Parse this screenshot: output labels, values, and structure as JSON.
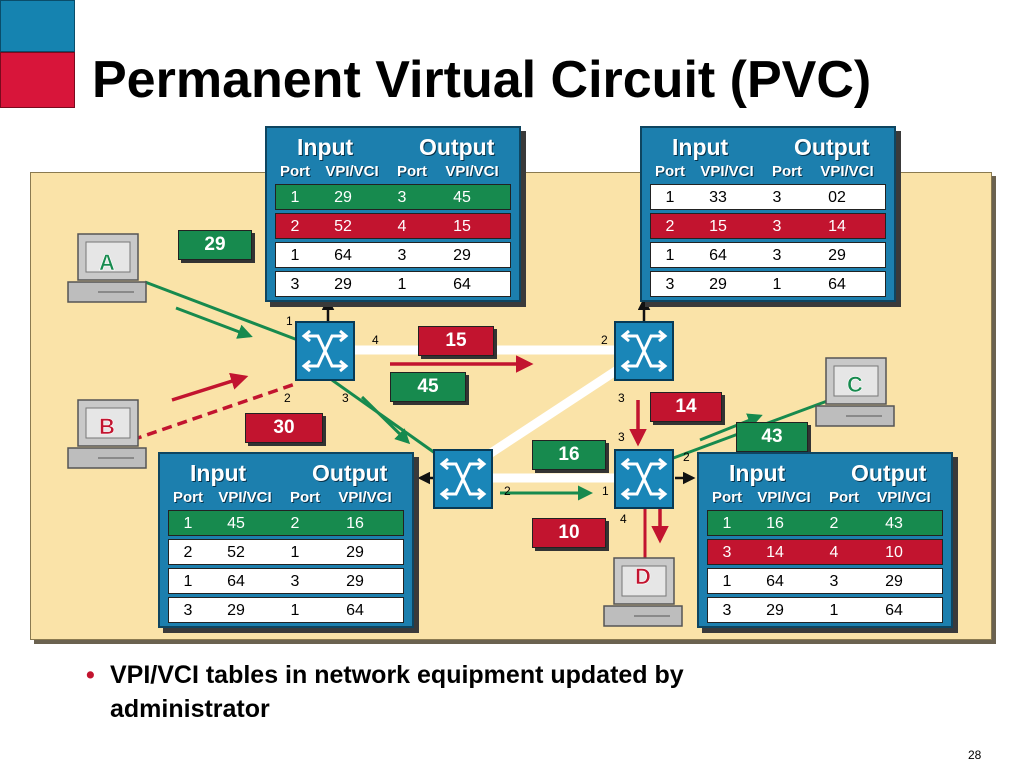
{
  "title": "Permanent Virtual Circuit (PVC)",
  "page_number": "28",
  "bullet": "VPI/VCI tables in network equipment updated by administrator",
  "colors": {
    "green": "#178a4e",
    "red": "#c2142f",
    "table_blue": "#1c7fae",
    "panel": "#fae3a8"
  },
  "table_header": {
    "input": "Input",
    "output": "Output",
    "port": "Port",
    "vpi_vci": "VPI/VCI"
  },
  "tables": [
    {
      "rows": [
        {
          "in_port": "1",
          "in_vpi": "29",
          "out_port": "3",
          "out_vpi": "45",
          "color": "green"
        },
        {
          "in_port": "2",
          "in_vpi": "52",
          "out_port": "4",
          "out_vpi": "15",
          "color": "red"
        },
        {
          "in_port": "1",
          "in_vpi": "64",
          "out_port": "3",
          "out_vpi": "29",
          "color": "white"
        },
        {
          "in_port": "3",
          "in_vpi": "29",
          "out_port": "1",
          "out_vpi": "64",
          "color": "white"
        }
      ]
    },
    {
      "rows": [
        {
          "in_port": "1",
          "in_vpi": "33",
          "out_port": "3",
          "out_vpi": "02",
          "color": "white"
        },
        {
          "in_port": "2",
          "in_vpi": "15",
          "out_port": "3",
          "out_vpi": "14",
          "color": "red"
        },
        {
          "in_port": "1",
          "in_vpi": "64",
          "out_port": "3",
          "out_vpi": "29",
          "color": "white"
        },
        {
          "in_port": "3",
          "in_vpi": "29",
          "out_port": "1",
          "out_vpi": "64",
          "color": "white"
        }
      ]
    },
    {
      "rows": [
        {
          "in_port": "1",
          "in_vpi": "45",
          "out_port": "2",
          "out_vpi": "16",
          "color": "green"
        },
        {
          "in_port": "2",
          "in_vpi": "52",
          "out_port": "1",
          "out_vpi": "29",
          "color": "white"
        },
        {
          "in_port": "1",
          "in_vpi": "64",
          "out_port": "3",
          "out_vpi": "29",
          "color": "white"
        },
        {
          "in_port": "3",
          "in_vpi": "29",
          "out_port": "1",
          "out_vpi": "64",
          "color": "white"
        }
      ]
    },
    {
      "rows": [
        {
          "in_port": "1",
          "in_vpi": "16",
          "out_port": "2",
          "out_vpi": "43",
          "color": "green"
        },
        {
          "in_port": "3",
          "in_vpi": "14",
          "out_port": "4",
          "out_vpi": "10",
          "color": "red"
        },
        {
          "in_port": "1",
          "in_vpi": "64",
          "out_port": "3",
          "out_vpi": "29",
          "color": "white"
        },
        {
          "in_port": "3",
          "in_vpi": "29",
          "out_port": "1",
          "out_vpi": "64",
          "color": "white"
        }
      ]
    }
  ],
  "hosts": {
    "a": "A",
    "b": "B",
    "c": "C",
    "d": "D"
  },
  "vpi_labels": {
    "a_29": "29",
    "b_30": "30",
    "s1_15": "15",
    "s1_45": "45",
    "s2_14": "14",
    "s3_16": "16",
    "s4_43": "43",
    "s4_10": "10"
  },
  "port_numbers": {
    "s1_p1": "1",
    "s1_p4": "4",
    "s1_p2": "2",
    "s1_p3": "3",
    "s2_p2": "2",
    "s2_p3": "3",
    "s3_p2": "2",
    "s4_p1": "1",
    "s4_p3": "3",
    "s4_p2": "2",
    "s4_p4": "4"
  }
}
